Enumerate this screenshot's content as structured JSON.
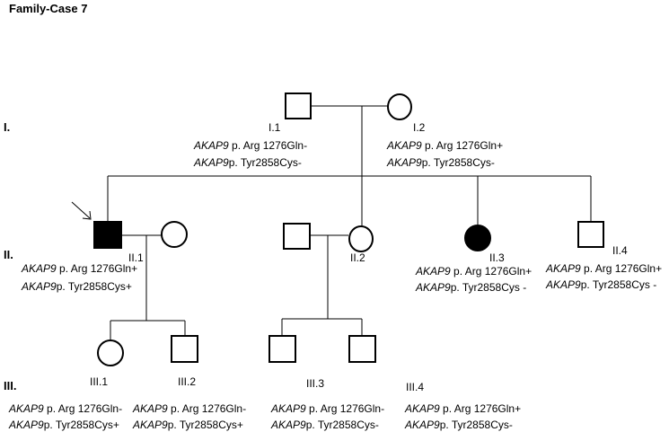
{
  "title": "Family-Case 7",
  "generations": [
    "I.",
    "II.",
    "III."
  ],
  "individuals": [
    {
      "id": "I.1",
      "label": "I.1",
      "sex": "male",
      "affected": false,
      "proband": false,
      "genotype": [
        "p. Arg 1276Gln-",
        "p. Tyr2858Cys-"
      ]
    },
    {
      "id": "I.2",
      "label": "I.2",
      "sex": "female",
      "affected": false,
      "proband": false,
      "genotype": [
        "p. Arg 1276Gln+",
        "p. Tyr2858Cys-"
      ]
    },
    {
      "id": "II.1",
      "label": "II.1",
      "sex": "male",
      "affected": true,
      "proband": true,
      "genotype": [
        "p. Arg 1276Gln+",
        "p. Tyr2858Cys+"
      ]
    },
    {
      "id": "II.1-spouse",
      "label": "",
      "sex": "female",
      "affected": false,
      "proband": false,
      "genotype": []
    },
    {
      "id": "II.2-spouse",
      "label": "",
      "sex": "male",
      "affected": false,
      "proband": false,
      "genotype": []
    },
    {
      "id": "II.2",
      "label": "II.2",
      "sex": "female",
      "affected": false,
      "proband": false,
      "genotype": []
    },
    {
      "id": "II.3",
      "label": "II.3",
      "sex": "female",
      "affected": true,
      "proband": false,
      "genotype": [
        "p. Arg 1276Gln+",
        "p. Tyr2858Cys -"
      ]
    },
    {
      "id": "II.4",
      "label": "II.4",
      "sex": "male",
      "affected": false,
      "proband": false,
      "genotype": [
        "p. Arg 1276Gln+",
        "p. Tyr2858Cys -"
      ]
    },
    {
      "id": "III.1",
      "label": "III.1",
      "sex": "female",
      "affected": false,
      "proband": false,
      "genotype": [
        "p. Arg 1276Gln-",
        "p. Tyr2858Cys+"
      ]
    },
    {
      "id": "III.2",
      "label": "III.2",
      "sex": "male",
      "affected": false,
      "proband": false,
      "genotype": [
        "p. Arg 1276Gln-",
        "p. Tyr2858Cys+"
      ]
    },
    {
      "id": "III.3",
      "label": "III.3",
      "sex": "male",
      "affected": false,
      "proband": false,
      "genotype": [
        "p. Arg 1276Gln-",
        "p. Tyr2858Cys-"
      ]
    },
    {
      "id": "III.4",
      "label": "III.4",
      "sex": "male",
      "affected": false,
      "proband": false,
      "genotype": [
        "p. Arg 1276Gln+",
        "p. Tyr2858Cys-"
      ]
    }
  ],
  "gene": {
    "line1_gene": "AKAP9",
    "line2_gene": "AKAP9"
  }
}
